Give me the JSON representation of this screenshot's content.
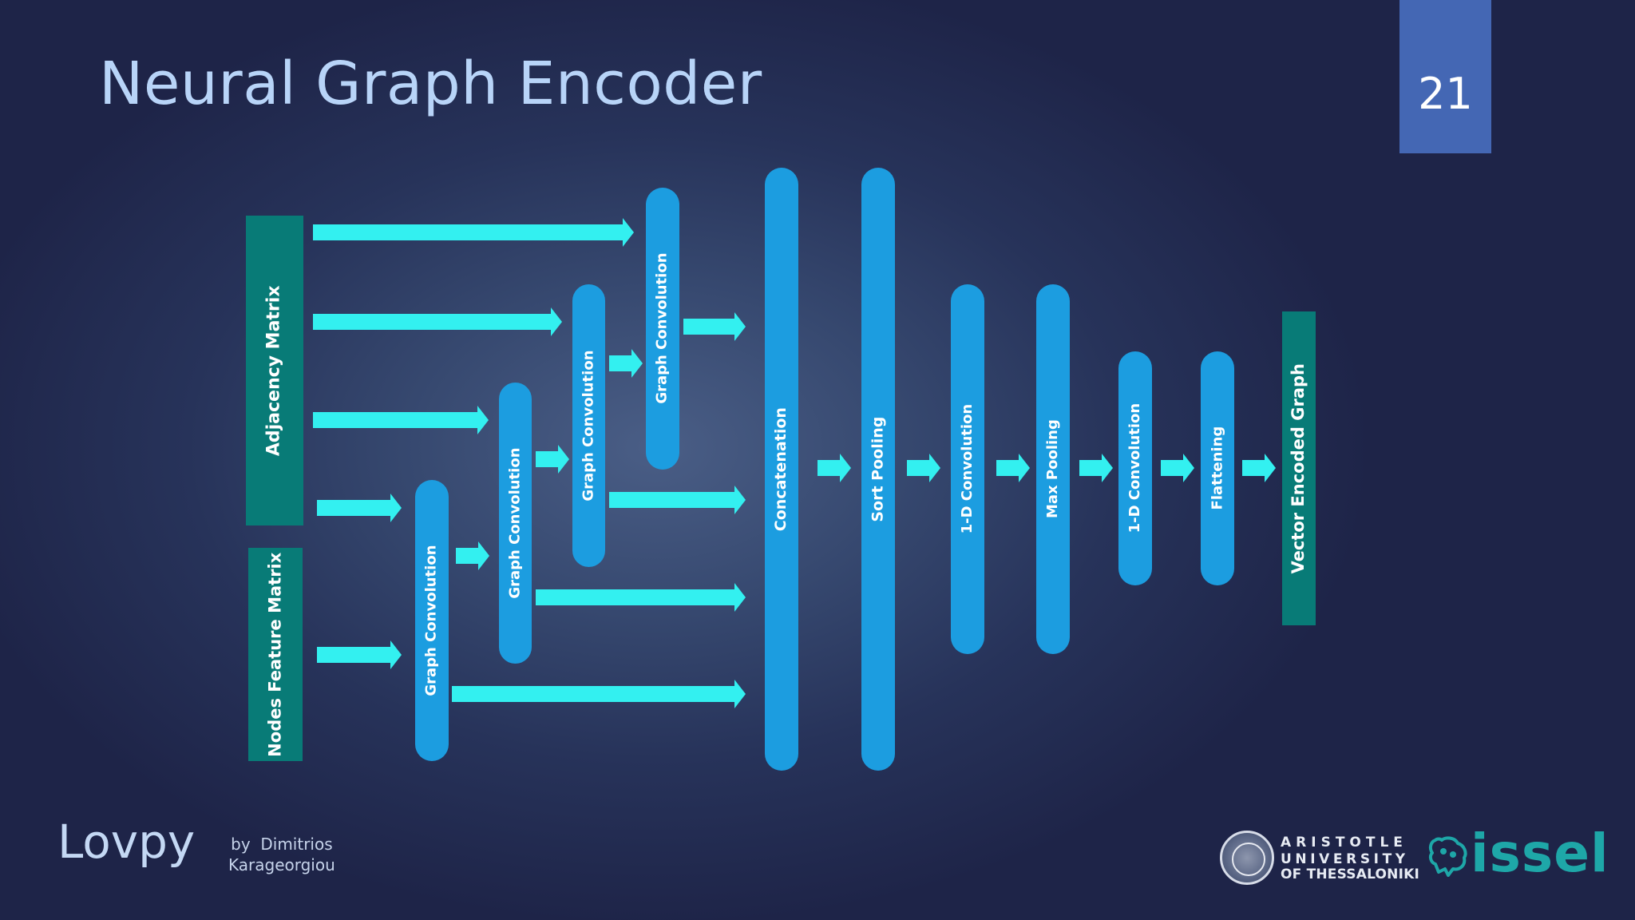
{
  "slide": {
    "title": "Neural Graph Encoder",
    "page_number": "21"
  },
  "inputs": {
    "adjacency": "Adjacency Matrix",
    "nodes_feature": "Nodes Feature\nMatrix"
  },
  "layers": {
    "gc1": "Graph Convolution",
    "gc2": "Graph Convolution",
    "gc3": "Graph Convolution",
    "gc4": "Graph Convolution",
    "concat": "Concatenation",
    "sort_pool": "Sort Pooling",
    "conv1d_1": "1-D Convolution",
    "max_pool": "Max Pooling",
    "conv1d_2": "1-D Convolution",
    "flatten": "Flattening",
    "output": "Vector Encoded Graph"
  },
  "footer": {
    "brand": "Lovpy",
    "author": "by  Dimitrios\nKarageorgiou",
    "university_line1": "ARISTOTLE",
    "university_line2": "UNIVERSITY",
    "university_line3": "OF THESSALONIKI",
    "lab": "issel"
  },
  "colors": {
    "input_box": "#087b77",
    "layer_pill": "#1c9de0",
    "arrow": "#33f0f0",
    "badge": "#4467b4",
    "title_text": "#b8d4f8",
    "lab_logo": "#1ea7a8"
  }
}
